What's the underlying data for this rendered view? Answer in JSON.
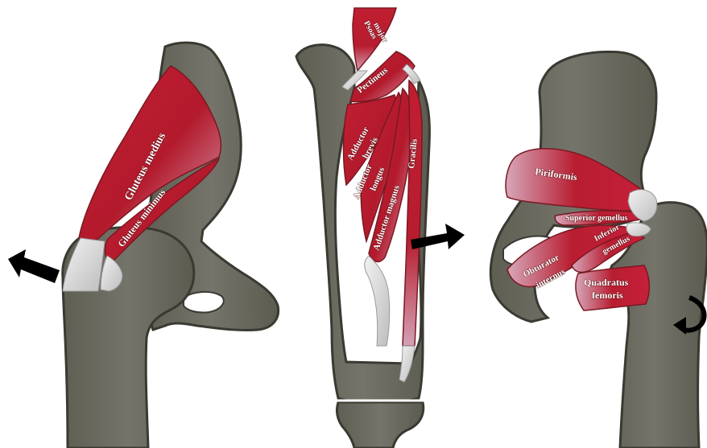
{
  "colors": {
    "bone": "#6b6a5e",
    "bone_edge": "#3a3a32",
    "muscle_dark": "#b01c2e",
    "muscle_light": "#d9a3b6",
    "tendon": "#d8d8d8",
    "arrow": "#000000"
  },
  "panels": {
    "left": {
      "labels": {
        "gluteus_medius": "Gluteus medius",
        "gluteus_minimus": "Gluteus minimus"
      },
      "arrow_icon": "arrow-left-icon"
    },
    "middle": {
      "labels": {
        "psoas": "Psoas",
        "major": "major",
        "pectineus": "Pectineus",
        "adductor_brevis_1": "Adductor",
        "adductor_brevis_2": "brevis",
        "adductor_longus_1": "Adductor",
        "adductor_longus_2": "longus",
        "adductor_magnus": "Adductor magnus",
        "gracilis": "Gracilis"
      },
      "arrow_icon": "arrow-right-icon"
    },
    "right": {
      "labels": {
        "piriformis": "Piriformis",
        "superior_gemellus": "Superior gemellus",
        "inferior_gemellus_1": "Inferior",
        "inferior_gemellus_2": "gemellus",
        "obturator_internus_1": "Obturator",
        "obturator_internus_2": "internus",
        "quadratus_femoris_1": "Quadratus",
        "quadratus_femoris_2": "femoris"
      },
      "arrow_icon": "rotation-arrow-icon"
    }
  }
}
